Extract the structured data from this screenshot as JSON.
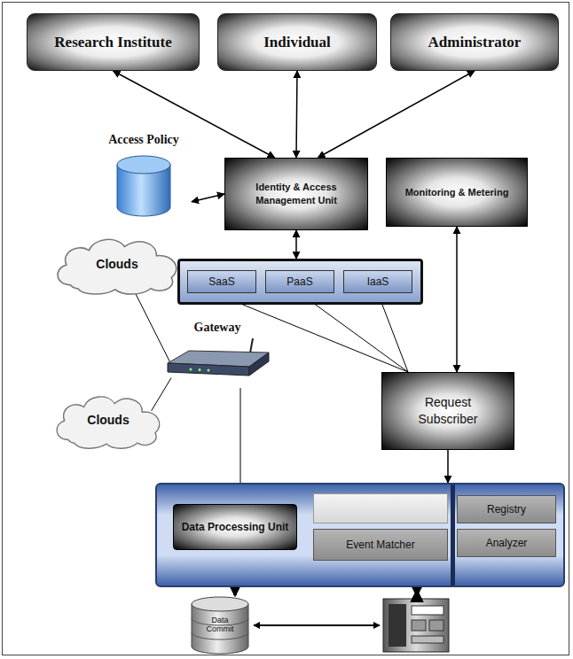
{
  "diagram": {
    "nodes": [
      {
        "text": [
          "Research Institute"
        ]
      },
      {
        "text": [
          "Individual"
        ]
      },
      {
        "text": [
          "Administrator"
        ]
      },
      {
        "text": [
          "Access Policy"
        ]
      },
      {
        "text": [
          "Identity & Access Management Unit"
        ]
      },
      {
        "text": [
          "Monitoring & Metering"
        ]
      },
      {
        "text": [
          "Clouds"
        ]
      },
      {
        "text": []
      },
      {
        "text": [
          "SaaS"
        ],
        "in": 7
      },
      {
        "text": [
          "PaaS"
        ],
        "in": 7
      },
      {
        "text": [
          "IaaS"
        ],
        "in": 7
      },
      {
        "text": [
          "Gateway"
        ]
      },
      {
        "text": [
          "Clouds"
        ]
      },
      {
        "text": [
          "Request Subscriber"
        ]
      },
      {
        "text": []
      },
      {
        "text": [
          "Data Processing Unit"
        ],
        "in": 14
      },
      {
        "text": [
          "Event Matcher"
        ],
        "in": 14
      },
      {
        "text": [
          "Registry"
        ],
        "in": 14
      },
      {
        "text": [
          "Analyzer"
        ],
        "in": 14
      },
      {
        "text": [
          "Data Commit"
        ]
      }
    ],
    "edges": [
      {
        "from": 0,
        "to": 4,
        "arrow": "both"
      },
      {
        "from": 1,
        "to": 4,
        "arrow": "both"
      },
      {
        "from": 2,
        "to": 4,
        "arrow": "both"
      },
      {
        "from": 3,
        "to": 4,
        "arrow": "both"
      },
      {
        "from": 4,
        "to": 7,
        "arrow": "both"
      },
      {
        "from": 5,
        "to": 13,
        "arrow": "both"
      },
      {
        "from": 8,
        "to": 13,
        "arrow": "none"
      },
      {
        "from": 9,
        "to": 13,
        "arrow": "none"
      },
      {
        "from": 10,
        "to": 13,
        "arrow": "none"
      },
      {
        "from": 6,
        "to": 11,
        "arrow": "none"
      },
      {
        "from": 12,
        "to": 11,
        "arrow": "none"
      },
      {
        "from": 11,
        "to": 15,
        "arrow": "none"
      },
      {
        "from": 13,
        "to": 14,
        "arrow": "to"
      },
      {
        "from": 15,
        "to": 19,
        "arrow": "both"
      }
    ]
  }
}
